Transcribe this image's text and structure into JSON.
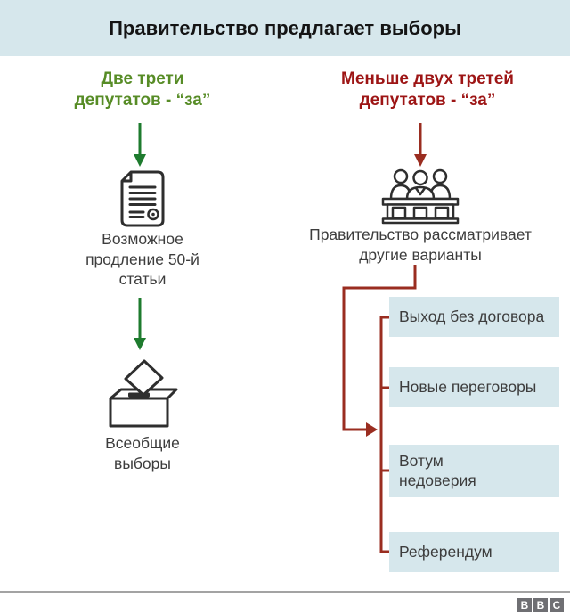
{
  "header": {
    "title": "Правительство предлагает выборы"
  },
  "left_branch": {
    "heading_lines": [
      "Две трети",
      "депутатов - “за”"
    ],
    "document_caption_lines": [
      "Возможное",
      "продление 50-й",
      "статьи"
    ],
    "ballot_caption_lines": [
      "Всеобщие",
      "выборы"
    ],
    "icons": {
      "document": "document-icon",
      "ballot_box": "ballot-box-icon"
    }
  },
  "right_branch": {
    "heading_lines": [
      "Меньше двух третей",
      "депутатов - “за”"
    ],
    "caption_lines": [
      "Правительство рассматривает",
      "другие варианты"
    ],
    "icons": {
      "government": "government-panel-icon"
    },
    "options": [
      {
        "label_lines": [
          "Выход без договора"
        ]
      },
      {
        "label_lines": [
          "Новые переговоры"
        ]
      },
      {
        "label_lines": [
          "Вотум",
          "недоверия"
        ]
      },
      {
        "label_lines": [
          "Референдум"
        ]
      }
    ]
  },
  "footer": {
    "logo_letters": [
      "B",
      "B",
      "C"
    ]
  },
  "colors": {
    "header_bg": "#d6e7ec",
    "option_box_bg": "#d6e7ec",
    "green_heading": "#578c26",
    "green_arrow": "#1e7b2e",
    "red_heading": "#9d1515",
    "red_line": "#9a2d20",
    "body_text": "#3d3d3d",
    "icon_stroke": "#2e2e2e",
    "logo_gray": "#6f6f73"
  }
}
